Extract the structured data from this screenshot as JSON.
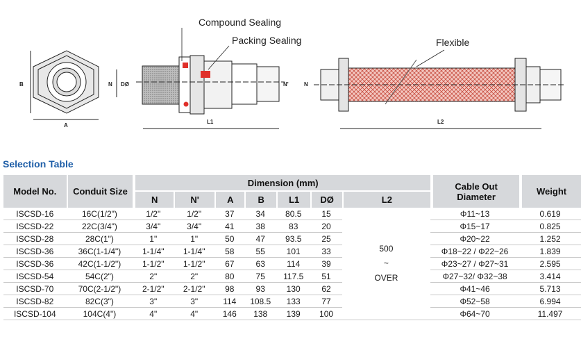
{
  "drawing": {
    "callouts": {
      "compound_sealing": "Compound Sealing",
      "packing_sealing": "Packing Sealing",
      "flexible": "Flexible"
    },
    "dims": {
      "a": "A",
      "b": "B",
      "n": "N",
      "d0": "DØ",
      "l1": "L1",
      "n_prime": "N'",
      "n2": "N",
      "l2": "L2"
    }
  },
  "section_title": "Selection Table",
  "table": {
    "headers": {
      "model": "Model No.",
      "conduit": "Conduit Size",
      "dimension": "Dimension (mm)",
      "cable_out_line1": "Cable Out",
      "cable_out_line2": "Diameter",
      "weight": "Weight"
    },
    "sub_headers": [
      "N",
      "N'",
      "A",
      "B",
      "L1",
      "DØ",
      "L2"
    ],
    "l2_merged": {
      "line1": "500",
      "line2": "~",
      "line3": "OVER"
    },
    "rows": [
      [
        "ISCSD-16",
        "16C(1/2\")",
        "1/2\"",
        "1/2\"",
        "37",
        "34",
        "80.5",
        "15",
        "Φ11~13",
        "0.619"
      ],
      [
        "ISCSD-22",
        "22C(3/4\")",
        "3/4\"",
        "3/4\"",
        "41",
        "38",
        "83",
        "20",
        "Φ15~17",
        "0.825"
      ],
      [
        "ISCSD-28",
        "28C(1\")",
        "1\"",
        "1\"",
        "50",
        "47",
        "93.5",
        "25",
        "Φ20~22",
        "1.252"
      ],
      [
        "ISCSD-36",
        "36C(1-1/4\")",
        "1-1/4\"",
        "1-1/4\"",
        "58",
        "55",
        "101",
        "33",
        "Φ18~22 / Φ22~26",
        "1.839"
      ],
      [
        "ISCSD-36",
        "42C(1-1/2\")",
        "1-1/2\"",
        "1-1/2\"",
        "67",
        "63",
        "114",
        "39",
        "Φ23~27 / Φ27~31",
        "2.595"
      ],
      [
        "ISCSD-54",
        "54C(2\")",
        "2\"",
        "2\"",
        "80",
        "75",
        "117.5",
        "51",
        "Φ27~32/ Φ32~38",
        "3.414"
      ],
      [
        "ISCSD-70",
        "70C(2-1/2\")",
        "2-1/2\"",
        "2-1/2\"",
        "98",
        "93",
        "130",
        "62",
        "Φ41~46",
        "5.713"
      ],
      [
        "ISCSD-82",
        "82C(3\")",
        "3\"",
        "3\"",
        "114",
        "108.5",
        "133",
        "77",
        "Φ52~58",
        "6.994"
      ],
      [
        "ISCSD-104",
        "104C(4\")",
        "4\"",
        "4\"",
        "146",
        "138",
        "139",
        "100",
        "Φ64~70",
        "11.497"
      ]
    ]
  }
}
